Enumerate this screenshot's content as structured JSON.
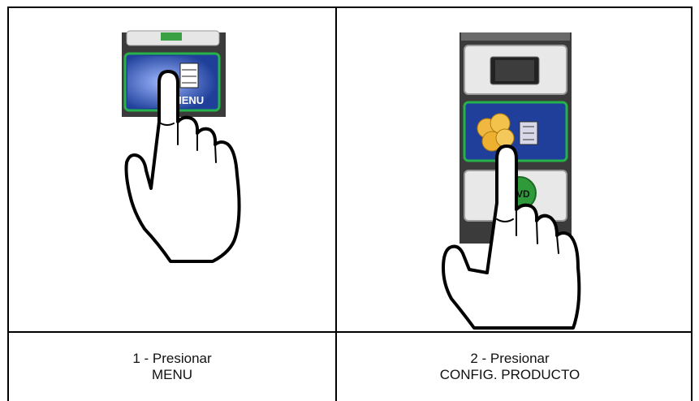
{
  "steps": [
    {
      "number": "1",
      "line1": "1 - Presionar",
      "line2": "MENU",
      "icon_label": "MENU"
    },
    {
      "number": "2",
      "line1": "2 - Presionar",
      "line2": "CONFIG. PRODUCTO",
      "icon_label": "DVD"
    }
  ],
  "colors": {
    "border": "#000000",
    "panel": "#3a3a3a",
    "button_selected_border": "#26b24a",
    "button_blue": "#1f3f9a"
  }
}
